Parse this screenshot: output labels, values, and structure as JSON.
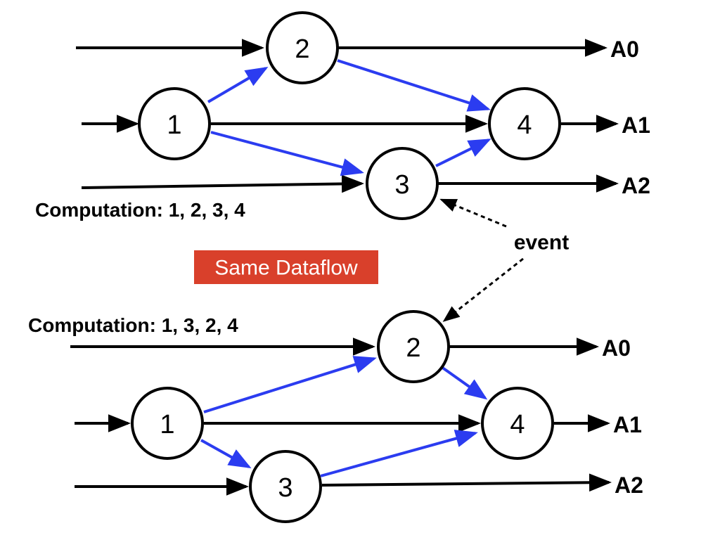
{
  "colors": {
    "black_edge": "#000000",
    "blue_edge": "#2b3cf0",
    "badge_background": "#d9402b",
    "badge_text": "#ffffff"
  },
  "top_graph": {
    "computation": "Computation: 1, 2, 3, 4",
    "nodes": {
      "n1": "1",
      "n2": "2",
      "n3": "3",
      "n4": "4"
    },
    "outputs": {
      "a0": "A0",
      "a1": "A1",
      "a2": "A2"
    }
  },
  "bottom_graph": {
    "computation": "Computation: 1, 3, 2, 4",
    "nodes": {
      "n1": "1",
      "n2": "2",
      "n3": "3",
      "n4": "4"
    },
    "outputs": {
      "a0": "A0",
      "a1": "A1",
      "a2": "A2"
    }
  },
  "event_label": "event",
  "badge_label": "Same Dataflow"
}
